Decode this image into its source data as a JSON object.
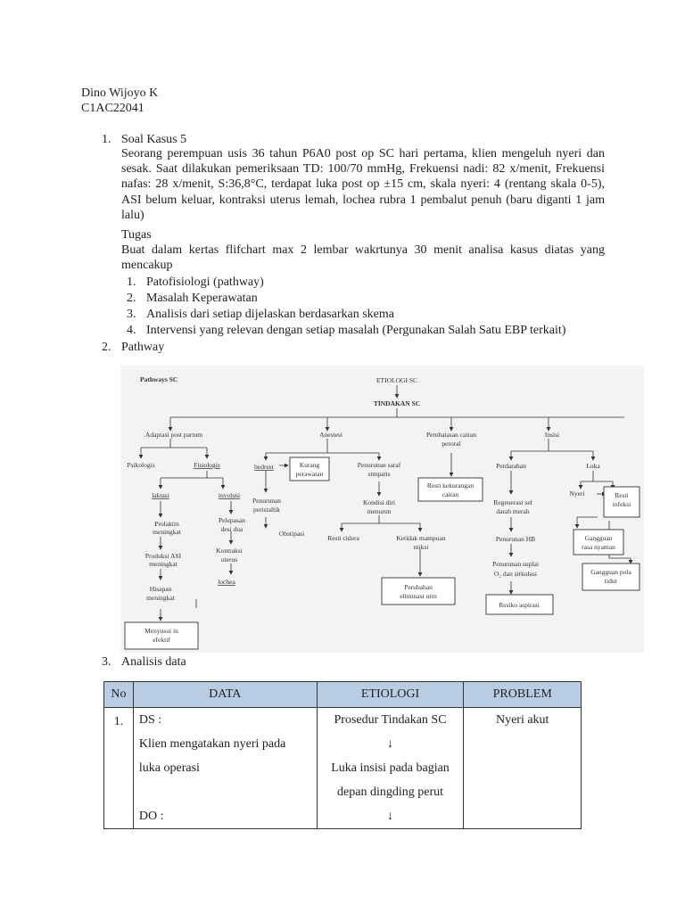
{
  "author": {
    "name": "Dino Wijoyo K",
    "id": "C1AC22041"
  },
  "item1": {
    "number": "1.",
    "title": "Soal Kasus 5",
    "case_text": "Seorang perempuan usis 36 tahun P6A0 post op SC hari pertama, klien mengeluh nyeri dan sesak. Saat dilakukan pemeriksaan TD: 100/70 mmHg, Frekuensi nadi: 82 x/menit, Frekuensi nafas: 28 x/menit, S:36,8°C, terdapat luka post op ±15 cm, skala nyeri: 4 (rentang skala 0-5), ASI belum keluar, kontraksi uterus lemah, lochea rubra 1 pembalut penuh (baru diganti 1 jam lalu)",
    "task_title": "Tugas",
    "task_text": "Buat dalam kertas flifchart max 2 lembar  wakrtunya 30 menit analisa kasus diatas yang mencakup",
    "subitems": [
      {
        "num": "1.",
        "text": "Patofisiologi (pathway)"
      },
      {
        "num": "2.",
        "text": "Masalah Keperawatan"
      },
      {
        "num": "3.",
        "text": "Analisis dari setiap dijelaskan berdasarkan skema"
      },
      {
        "num": "4.",
        "text": "Intervensi yang relevan dengan setiap masalah (Pergunakan Salah  Satu EBP terkait)"
      }
    ]
  },
  "item2": {
    "number": "2.",
    "title": "Pathway"
  },
  "pathway": {
    "title": "Pathways SC",
    "etiologi": "ETIOLOGI SC",
    "tindakan": "TINDAKAN SC",
    "adaptasi": "Adaptasi post partum",
    "anestesi": "Anestesi",
    "pembatasan": [
      "Pembatasan cairan",
      "peroral"
    ],
    "insisi": "Insisi",
    "psikologis": "Psikologis",
    "fisiologis": "Fisiologis",
    "laktasi": "laktasi",
    "involusi": "involusi",
    "prolaktin": [
      "Prolaktin",
      "meningkat"
    ],
    "produksi_asi": [
      "Produksi ASI",
      "meningkat"
    ],
    "hisapan": [
      "Hisapan",
      "meningkat"
    ],
    "menyusui": [
      "Menyusui in",
      "efektif"
    ],
    "pelepasan": [
      "Pelepasan",
      "desi dua"
    ],
    "kontraksi": [
      "Kontraksi",
      "uterus"
    ],
    "lochea": "lochea",
    "bedrest": "bedrest",
    "kurang_perawatan": [
      "Kurang",
      "perawatan"
    ],
    "penurunan_peristaltik": [
      "Penurunan",
      "peristaltik"
    ],
    "obstipasi": "Obstipasi",
    "penurunan_saraf": [
      "Penurunan saraf",
      "simpatis"
    ],
    "kondisi_diri": [
      "Kondisi diri",
      "menurun"
    ],
    "resti_cidera": "Resti cidera",
    "ketidak_mampuan": [
      "Ketidak mampuan",
      "miksi"
    ],
    "perubahan_eliminasi": [
      "Perubahan",
      "eliminasi urin"
    ],
    "resti_kekurangan": [
      "Resti kekurangan",
      "cairan"
    ],
    "perdarahan": "Perdarahan",
    "regenerasi": [
      "Regenerasi sel",
      "darah merah"
    ],
    "penurunan_hb": "Penurunan HB",
    "penurunan_suplai": [
      "Penurunan suplai",
      "O₂ dan sirkulasi"
    ],
    "resiko_aspirasi": "Resiko aspirasi",
    "luka": "Luka",
    "nyeri": "Nyeri",
    "resti_infeksi": [
      "Resti",
      "infeksi"
    ],
    "gangguan_rasa": [
      "Gangguan",
      "rasa nyaman"
    ],
    "gangguan_pola": [
      "Gangguan pola",
      "tidur"
    ]
  },
  "item3": {
    "number": "3.",
    "title": "Analisis data"
  },
  "table": {
    "headers": [
      "No",
      "DATA",
      "ETIOLOGI",
      "PROBLEM"
    ],
    "rows": [
      {
        "no": "1.",
        "data": [
          "DS :",
          "Klien mengatakan nyeri pada",
          "luka operasi",
          "",
          "DO :"
        ],
        "etiologi": [
          "Prosedur Tindakan SC",
          "↓",
          "Luka insisi pada bagian",
          "depan dingding perut",
          "↓"
        ],
        "problem": "Nyeri akut"
      }
    ]
  }
}
